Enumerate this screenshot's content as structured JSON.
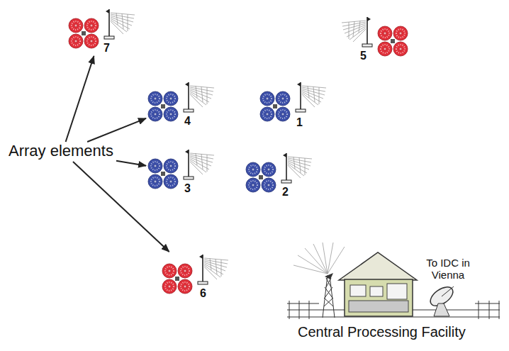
{
  "diagram": {
    "nodes": [
      {
        "text": [
          "7"
        ]
      },
      {
        "text": [
          "5"
        ]
      },
      {
        "text": [
          "4"
        ]
      },
      {
        "text": [
          "1"
        ]
      },
      {
        "text": [
          "Array elements"
        ]
      },
      {
        "text": [
          "3"
        ]
      },
      {
        "text": [
          "2"
        ]
      },
      {
        "text": [
          "6"
        ]
      },
      {
        "text": [
          "Central Processing Facility"
        ]
      }
    ],
    "edges": [
      {
        "from": 4,
        "to": 0,
        "arrow": "to"
      },
      {
        "from": 4,
        "to": 2,
        "arrow": "to"
      },
      {
        "from": 4,
        "to": 5,
        "arrow": "to"
      },
      {
        "from": 4,
        "to": 7,
        "arrow": "to"
      }
    ],
    "labels": [
      "To IDC in Vienna"
    ]
  }
}
